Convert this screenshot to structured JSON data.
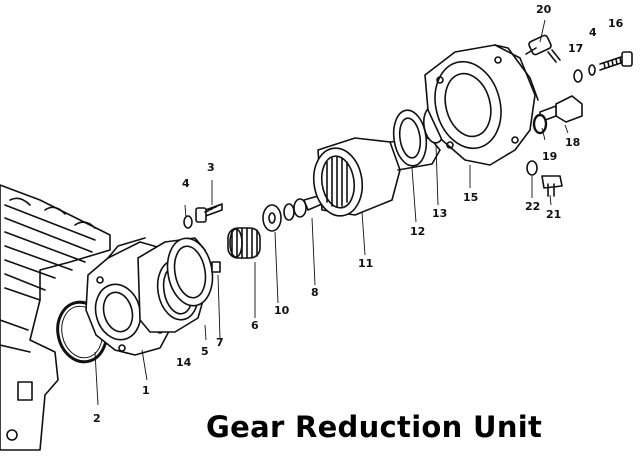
{
  "title": "Gear Reduction Unit",
  "callouts": {
    "c1": "1",
    "c2": "2",
    "c3": "3",
    "c4a": "4",
    "c4b": "4",
    "c5": "5",
    "c6": "6",
    "c7": "7",
    "c8": "8",
    "c10": "10",
    "c11": "11",
    "c12": "12",
    "c13": "13",
    "c14": "14",
    "c15": "15",
    "c16": "16",
    "c17": "17",
    "c18": "18",
    "c19": "19",
    "c20": "20",
    "c21": "21",
    "c22": "22"
  }
}
